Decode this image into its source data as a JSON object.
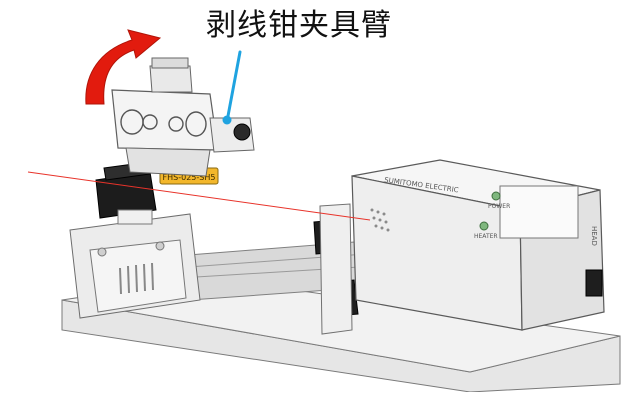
{
  "callout": {
    "label": "剥线钳夹具臂",
    "leader_color": "#1fa3e0"
  },
  "arrow": {
    "color": "#e21b0e",
    "direction": "counterclockwise-up"
  },
  "laser_line": {
    "color": "#e8332a"
  },
  "device": {
    "brand_text": "SUMITOMO ELECTRIC",
    "power_label": "POWER",
    "heater_label": "HEATER",
    "side_label": "HEAD",
    "holder_label": "FHS-025-SH5"
  }
}
